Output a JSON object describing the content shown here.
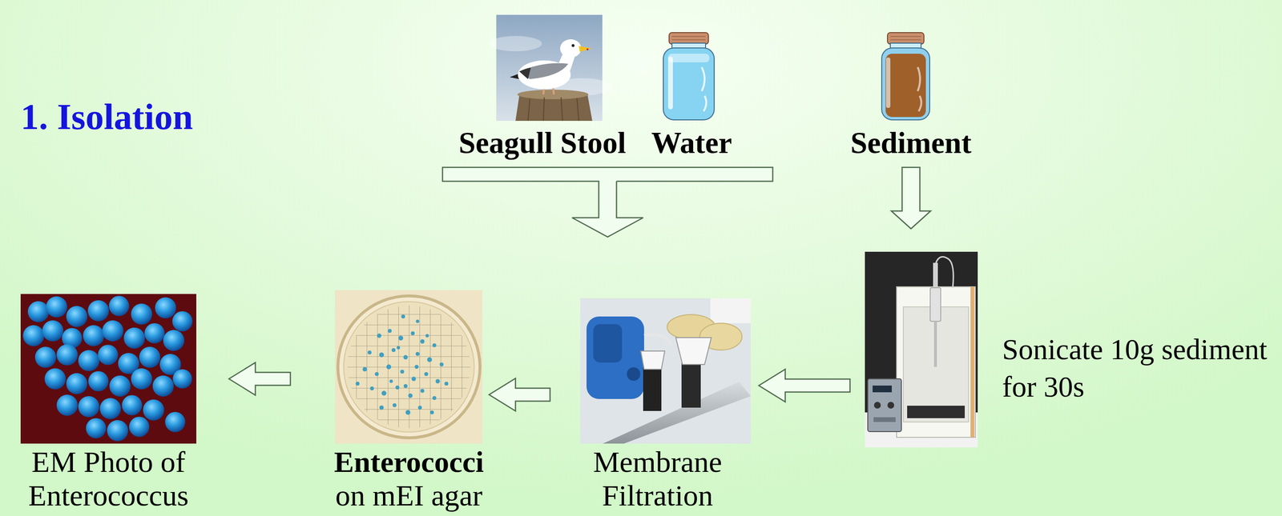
{
  "diagram": {
    "title": "1. Isolation",
    "nodes": [
      {
        "text": [
          "Seagull Stool"
        ]
      },
      {
        "text": [
          "Water"
        ]
      },
      {
        "text": [
          "Sediment"
        ]
      },
      {
        "text": [
          "EM Photo of Enterococcus"
        ]
      },
      {
        "text": [
          "Enterococci",
          "on mEI agar"
        ]
      },
      {
        "text": [
          "Membrane Filtration"
        ]
      },
      {
        "text": [
          "Sonicate 10g sediment for 30s"
        ]
      }
    ],
    "edges": [
      {
        "from": 0,
        "to": 5,
        "arrow": "to"
      },
      {
        "from": 1,
        "to": 5,
        "arrow": "to"
      },
      {
        "from": 2,
        "to": 6,
        "arrow": "to"
      },
      {
        "from": 6,
        "to": 5,
        "arrow": "to"
      },
      {
        "from": 5,
        "to": 4,
        "arrow": "to"
      },
      {
        "from": 4,
        "to": 3,
        "arrow": "to"
      }
    ]
  }
}
